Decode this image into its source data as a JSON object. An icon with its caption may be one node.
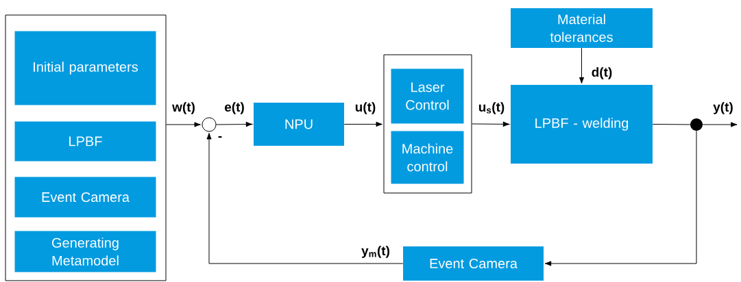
{
  "diagram": {
    "nodes": [
      {
        "text": [],
        "shape": "box"
      },
      {
        "text": [
          "Initial parameters"
        ],
        "in": 0
      },
      {
        "text": [
          "LPBF"
        ],
        "in": 0
      },
      {
        "text": [
          "Event Camera"
        ],
        "in": 0
      },
      {
        "text": [
          "Generating Metamodel"
        ],
        "in": 0
      },
      {
        "text": [],
        "shape": "circle"
      },
      {
        "text": [
          "NPU"
        ]
      },
      {
        "text": [],
        "shape": "box"
      },
      {
        "text": [
          "Laser Control"
        ],
        "in": 7
      },
      {
        "text": [
          "Machine control"
        ],
        "in": 7
      },
      {
        "text": [
          "Material tolerances"
        ]
      },
      {
        "text": [
          "LPBF - welding"
        ]
      },
      {
        "text": [],
        "shape": "dot"
      },
      {
        "text": [
          "Event Camera"
        ]
      }
    ],
    "edges": [
      {
        "from": 0,
        "to": 5,
        "arrow": "to",
        "label": "w(t)"
      },
      {
        "from": 5,
        "to": 6,
        "arrow": "to",
        "label": "e(t)"
      },
      {
        "from": 6,
        "to": 7,
        "arrow": "to",
        "label": "u(t)"
      },
      {
        "from": 7,
        "to": 11,
        "arrow": "to",
        "label": "u$_{s}$(t)"
      },
      {
        "from": 10,
        "to": 11,
        "arrow": "to",
        "label": "d(t)"
      },
      {
        "from": 11,
        "to": 12,
        "arrow": "none"
      },
      {
        "from": 12,
        "to": null,
        "arrow": "to",
        "label": "y(t)"
      },
      {
        "from": 12,
        "to": 13,
        "arrow": "to"
      },
      {
        "from": 13,
        "to": 5,
        "arrow": "to",
        "label": "y$_{m}$(t)"
      }
    ],
    "labels": [
      "-"
    ]
  }
}
